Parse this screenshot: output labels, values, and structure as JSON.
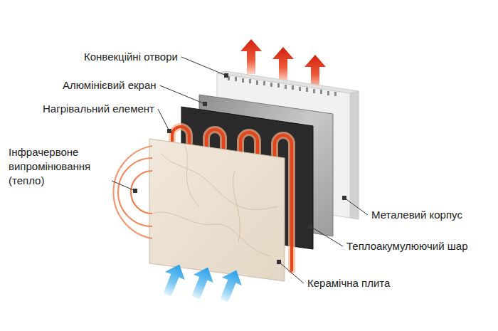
{
  "diagram": {
    "labels": [
      "Конвекційні отвори",
      "Алюмінієвий екран",
      "Нагрівальний елемент",
      "Інфрачервоне випромінювання (тепло)",
      "Металевий корпус",
      "Теплоакумулюючий шар",
      "Керамічна плита"
    ]
  }
}
